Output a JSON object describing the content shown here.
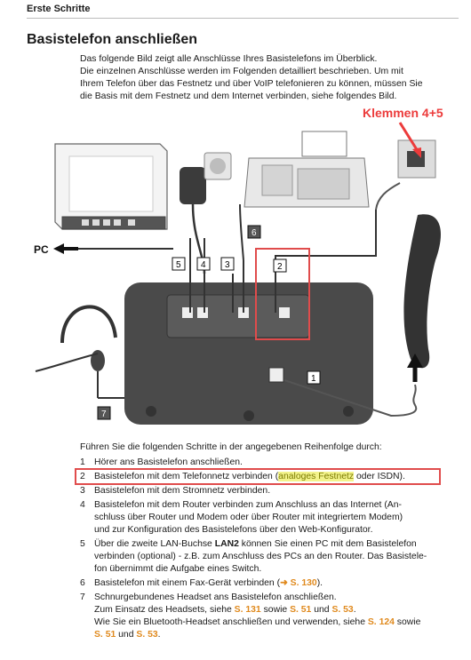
{
  "header": {
    "section": "Erste Schritte"
  },
  "title": "Basistelefon anschließen",
  "intro_lines": [
    "Das folgende Bild zeigt alle Anschlüsse Ihres Basistelefons im Überblick.",
    "Die einzelnen Anschlüsse werden im Folgenden detailliert beschrieben. Um mit",
    "Ihrem Telefon über das Festnetz und über VoIP telefonieren zu können, müssen Sie",
    "die Basis mit dem Festnetz und dem Internet verbinden, siehe folgendes Bild."
  ],
  "figure": {
    "annotation": "Klemmen 4+5",
    "pc_label": "PC",
    "callouts": [
      "1",
      "2",
      "3",
      "4",
      "5",
      "6",
      "7"
    ]
  },
  "steps_intro": "Führen Sie die folgenden Schritte in der angegebenen Reihenfolge durch:",
  "steps": [
    {
      "num": "1",
      "text": "Hörer ans Basistelefon anschließen."
    },
    {
      "num": "2",
      "pre": "Basistelefon mit dem Telefonnetz verbinden (",
      "highlight": "analoges Festnetz",
      "post": " oder ISDN)."
    },
    {
      "num": "3",
      "text": "Basistelefon mit dem Stromnetz verbinden."
    },
    {
      "num": "4",
      "lines": [
        "Basistelefon mit dem Router verbinden zum Anschluss an das Internet (An-",
        "schluss über Router und Modem oder über Router mit integriertem Modem)",
        "und zur Konfiguration des Basistelefons über den Web-Konfigurator."
      ]
    },
    {
      "num": "5",
      "l1_pre": "Über die zweite LAN-Buchse ",
      "l1_bold": "LAN2",
      "l1_post": " können Sie einen PC mit dem Basistelefon",
      "l2": "verbinden (optional) - z.B. zum Anschluss des PCs an den Router. Das Basistele-",
      "l3": "fon übernimmt die Aufgabe eines Switch."
    },
    {
      "num": "6",
      "pre": "Basistelefon mit einem Fax-Gerät verbinden (",
      "ref": "➜ S. 130",
      "post": ")."
    },
    {
      "num": "7",
      "l1": "Schnurgebundenes Headset ans Basistelefon anschließen.",
      "l2_pre": "Zum Einsatz des Headsets, siehe ",
      "l2_ref1": "S. 131",
      "l2_mid1": " sowie ",
      "l2_ref2": "S. 51",
      "l2_mid2": " und ",
      "l2_ref3": "S. 53",
      "l2_post": ".",
      "l3_pre": "Wie Sie ein Bluetooth-Headset anschließen und verwenden, siehe ",
      "l3_ref1": "S. 124",
      "l3_post": " sowie",
      "l4_ref1": "S. 51",
      "l4_mid": " und ",
      "l4_ref2": "S. 53",
      "l4_post": "."
    }
  ]
}
